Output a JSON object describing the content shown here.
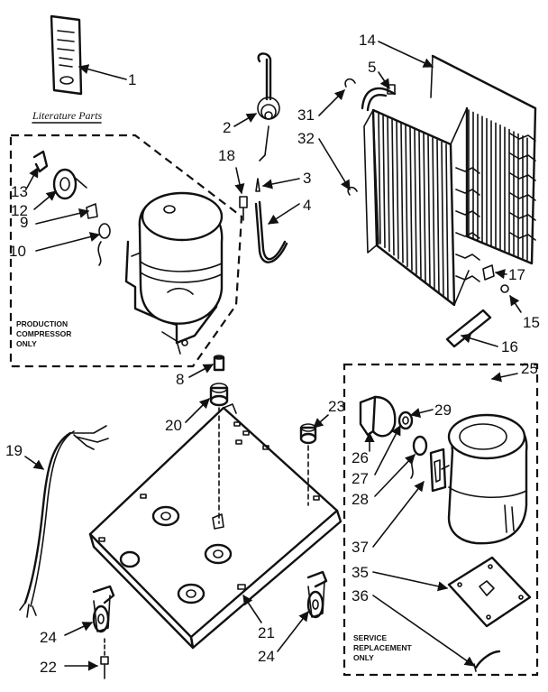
{
  "literature_caption": "Literature Parts",
  "production_note": [
    "PRODUCTION",
    "COMPRESSOR",
    "ONLY"
  ],
  "service_note": [
    "SERVICE",
    "REPLACEMENT",
    "ONLY"
  ],
  "callouts": [
    {
      "id": "c1",
      "text": "1"
    },
    {
      "id": "c2",
      "text": "2"
    },
    {
      "id": "c3",
      "text": "3"
    },
    {
      "id": "c4",
      "text": "4"
    },
    {
      "id": "c5",
      "text": "5"
    },
    {
      "id": "c8",
      "text": "8"
    },
    {
      "id": "c9",
      "text": "9"
    },
    {
      "id": "c10",
      "text": "10"
    },
    {
      "id": "c12",
      "text": "12"
    },
    {
      "id": "c13",
      "text": "13"
    },
    {
      "id": "c14",
      "text": "14"
    },
    {
      "id": "c15",
      "text": "15"
    },
    {
      "id": "c16",
      "text": "16"
    },
    {
      "id": "c17",
      "text": "17"
    },
    {
      "id": "c18",
      "text": "18"
    },
    {
      "id": "c19",
      "text": "19"
    },
    {
      "id": "c20",
      "text": "20"
    },
    {
      "id": "c21",
      "text": "21"
    },
    {
      "id": "c22",
      "text": "22"
    },
    {
      "id": "c23",
      "text": "23"
    },
    {
      "id": "c24a",
      "text": "24"
    },
    {
      "id": "c24b",
      "text": "24"
    },
    {
      "id": "c25",
      "text": "25"
    },
    {
      "id": "c26",
      "text": "26"
    },
    {
      "id": "c27",
      "text": "27"
    },
    {
      "id": "c28",
      "text": "28"
    },
    {
      "id": "c29",
      "text": "29"
    },
    {
      "id": "c31",
      "text": "31"
    },
    {
      "id": "c32",
      "text": "32"
    },
    {
      "id": "c35",
      "text": "35"
    },
    {
      "id": "c36",
      "text": "36"
    },
    {
      "id": "c37",
      "text": "37"
    }
  ]
}
